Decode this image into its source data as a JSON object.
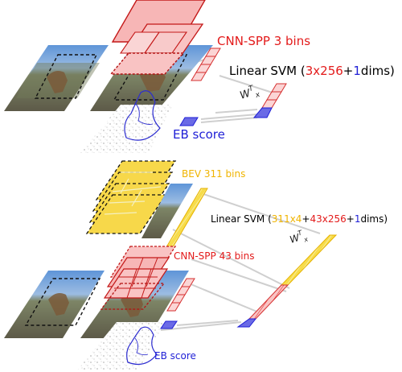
{
  "top": {
    "cnn_label": "CNN-SPP 3 bins",
    "svm_prefix": "Linear SVM (",
    "svm_a": "3x256",
    "svm_plus1": "+",
    "svm_b": "1",
    "svm_suffix": "dims)",
    "weight": "W",
    "weight_sup": "T",
    "weight_sub": "x",
    "eb_label": "EB score"
  },
  "bottom": {
    "bev_label": "BEV 311 bins",
    "svm_prefix": "Linear SVM (",
    "svm_a": "311x4",
    "svm_plus1": "+",
    "svm_b": "43x256",
    "svm_plus2": "+",
    "svm_c": "1",
    "svm_suffix": "dims)",
    "weight": "W",
    "weight_sup": "T",
    "weight_sub": "x",
    "cnn_label": "CNN-SPP 43 bins",
    "eb_label": "EB score"
  },
  "colors": {
    "cnn": "#e31b1b",
    "eb": "#1f1fd6",
    "bev": "#f0b400",
    "pink_fill": "#f9c3c3",
    "yellow_fill": "#f7dc4a",
    "blue_fill": "#7777e6"
  },
  "icons": [
    "deer-photo",
    "edge-map"
  ]
}
